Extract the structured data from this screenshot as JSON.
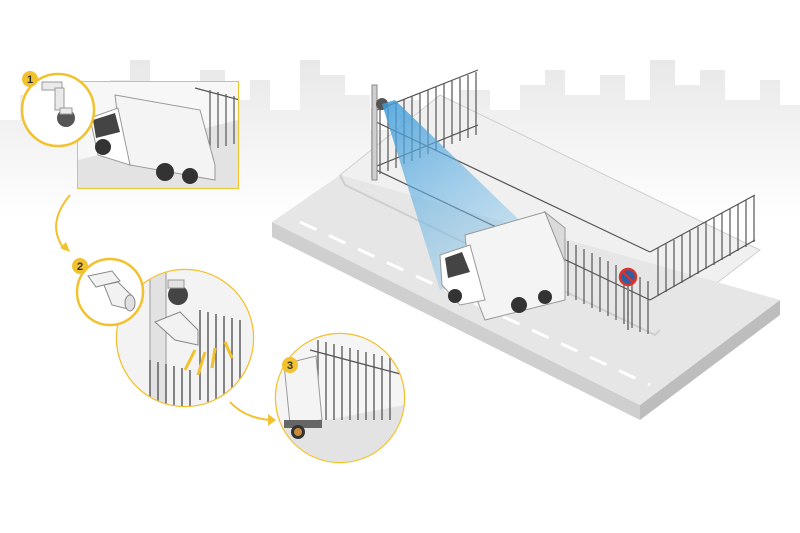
{
  "colors": {
    "accent": "#f2c12e",
    "beam": "#4aa8e0",
    "road": "#e6e6e6",
    "road_edge": "#cfcfcf",
    "skyline": "#e9e9e9",
    "fence": "#555555",
    "sign_red": "#d9352b",
    "sign_blue": "#2f5fa8"
  },
  "steps": [
    {
      "number": "1",
      "icon": "ptz-camera-icon"
    },
    {
      "number": "2",
      "icon": "horn-speaker-icon"
    },
    {
      "number": "3",
      "icon": "truck-icon"
    }
  ]
}
